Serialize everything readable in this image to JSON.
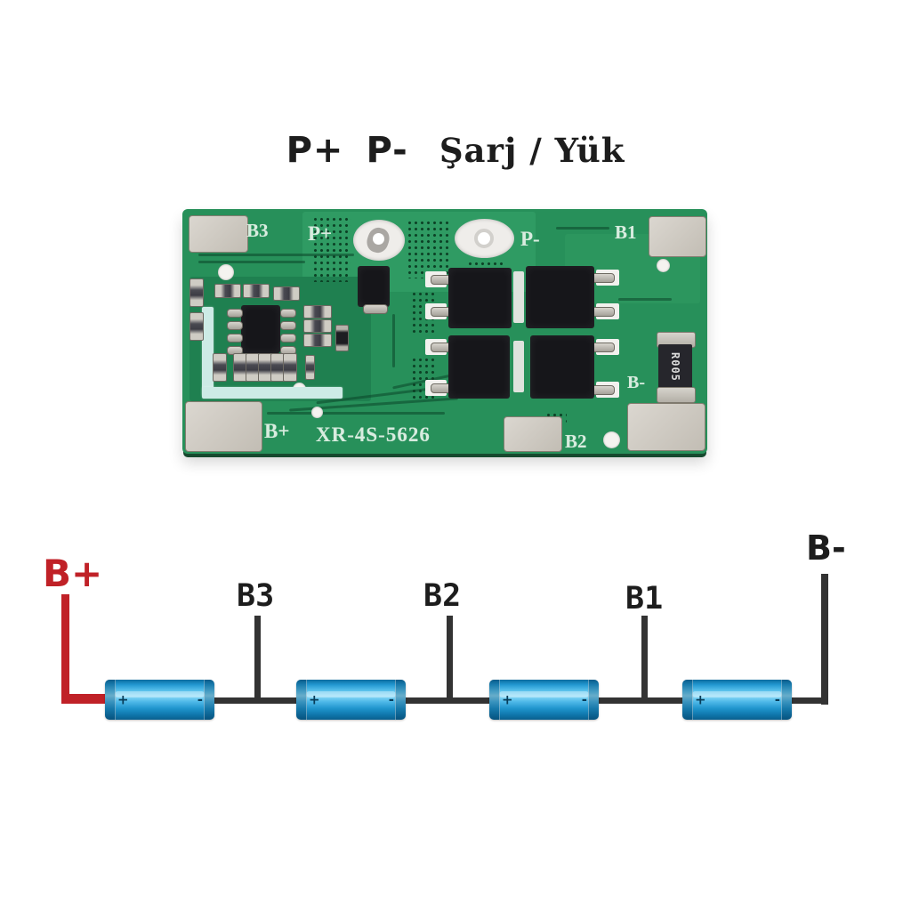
{
  "title": {
    "p_plus": "P+",
    "p_minus": "P-",
    "sarj_yuk": "Şarj / Yük"
  },
  "pcb": {
    "label_b3": "B3",
    "label_p_plus": "P+",
    "label_p_minus": "P-",
    "label_b1": "B1",
    "label_b_plus": "B+",
    "label_b2": "B2",
    "label_b_minus": "B-",
    "model": "XR-4S-5626",
    "shunt": "R005",
    "colors": {
      "board_green": "#27905a",
      "pad_silver": "#cbc6bf",
      "silkscreen": "#d8ecdf",
      "component_black": "#16161a"
    }
  },
  "diagram": {
    "label_b_plus": "B+",
    "label_b3": "B3",
    "label_b2": "B2",
    "label_b1": "B1",
    "label_b_minus": "B-",
    "battery_plus": "+",
    "battery_minus": "-",
    "battery_count": 4,
    "colors": {
      "positive_wire": "#c02127",
      "wire": "#333333",
      "battery_blue": "#29a5dd"
    }
  }
}
